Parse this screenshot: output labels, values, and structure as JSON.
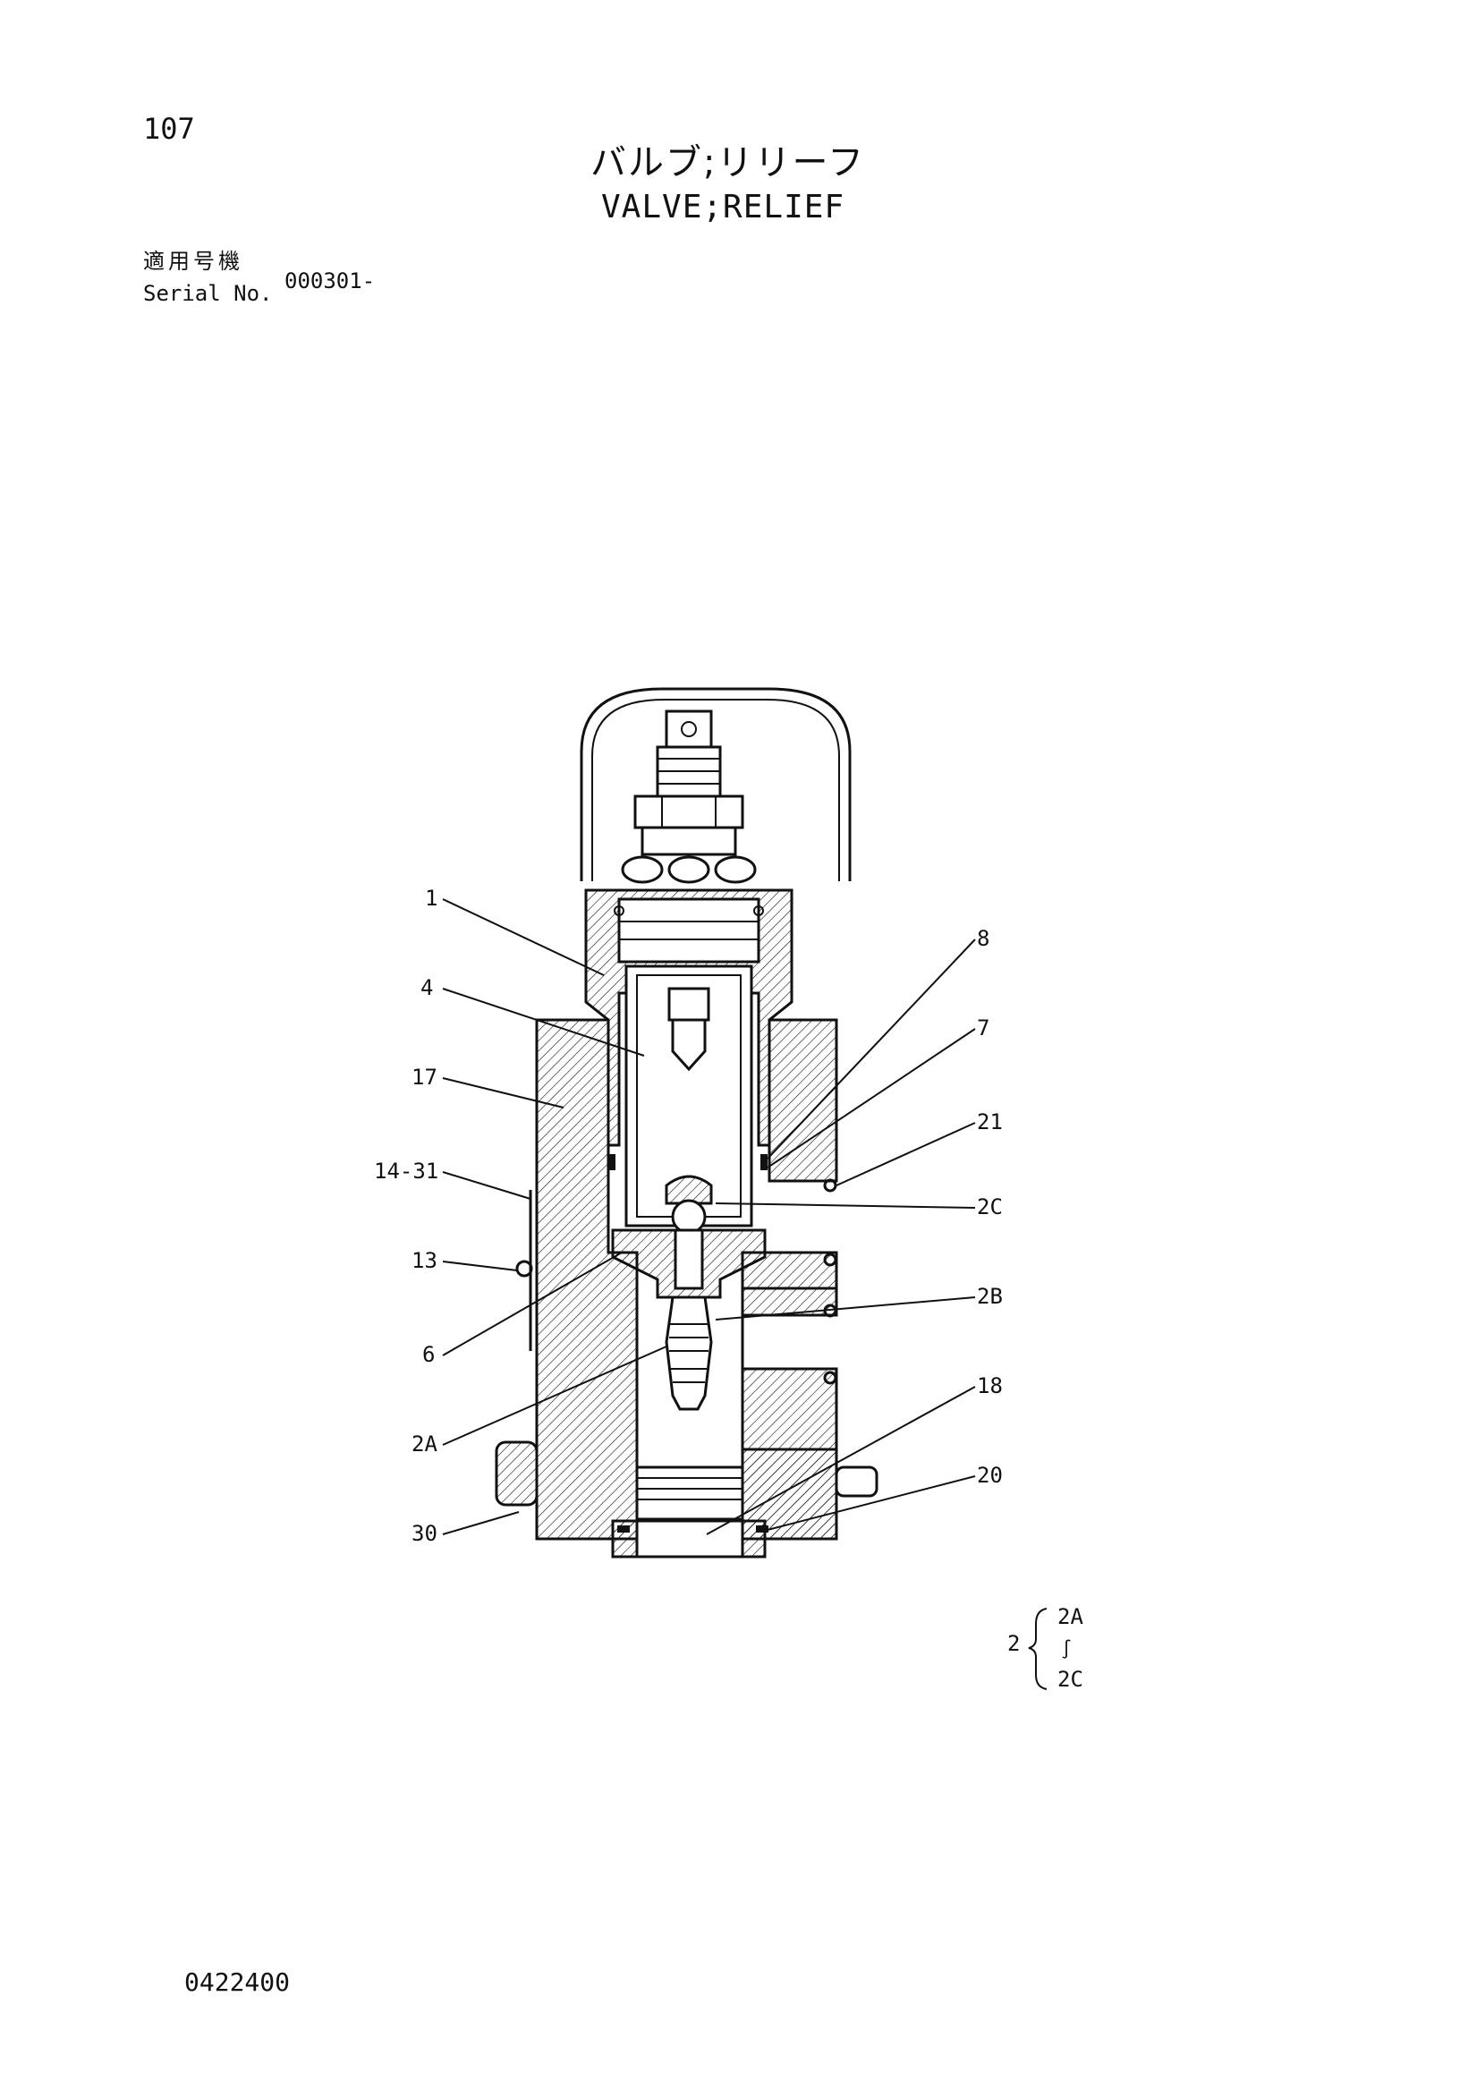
{
  "page_number": "107",
  "title_ja": "バルブ;リリーフ",
  "title_en": "VALVE;RELIEF",
  "serial_label_ja": "適用号機",
  "serial_label_en": "Serial No.",
  "serial_value": "000301-",
  "doc_number": "0422400",
  "callouts": {
    "c1": "1",
    "c4": "4",
    "c17": "17",
    "c14_31": "14-31",
    "c13": "13",
    "c6": "6",
    "c2a": "2A",
    "c30": "30",
    "c8": "8",
    "c7": "7",
    "c21": "21",
    "c2c": "2C",
    "c2b": "2B",
    "c18": "18",
    "c20": "20"
  },
  "legend": {
    "parent": "2",
    "first": "2A",
    "range_mark": "∫",
    "last": "2C"
  }
}
